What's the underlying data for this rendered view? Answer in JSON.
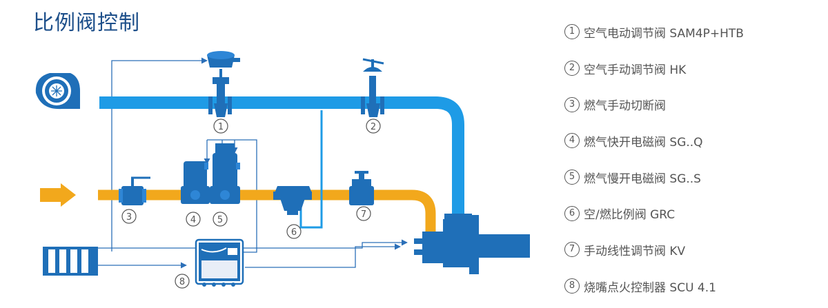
{
  "title": "比例阀控制",
  "legend": [
    {
      "num": "1",
      "label": "空气电动调节阀 SAM4P+HTB"
    },
    {
      "num": "2",
      "label": "空气手动调节阀 HK"
    },
    {
      "num": "3",
      "label": "燃气手动切断阀"
    },
    {
      "num": "4",
      "label": "燃气快开电磁阀 SG..Q"
    },
    {
      "num": "5",
      "label": "燃气慢开电磁阀 SG..S"
    },
    {
      "num": "6",
      "label": "空/燃比例阀 GRC"
    },
    {
      "num": "7",
      "label": "手动线性调节阀 KV"
    },
    {
      "num": "8",
      "label": "烧嘴点火控制器 SCU 4.1"
    }
  ],
  "callouts": [
    "1",
    "2",
    "3",
    "4",
    "5",
    "6",
    "7",
    "8"
  ],
  "colors": {
    "air_pipe": "#1e9be6",
    "gas_pipe": "#f2a81c",
    "component_blue": "#1f6fb8",
    "signal_line": "#2b6fb8",
    "title": "#1d4f8a"
  }
}
